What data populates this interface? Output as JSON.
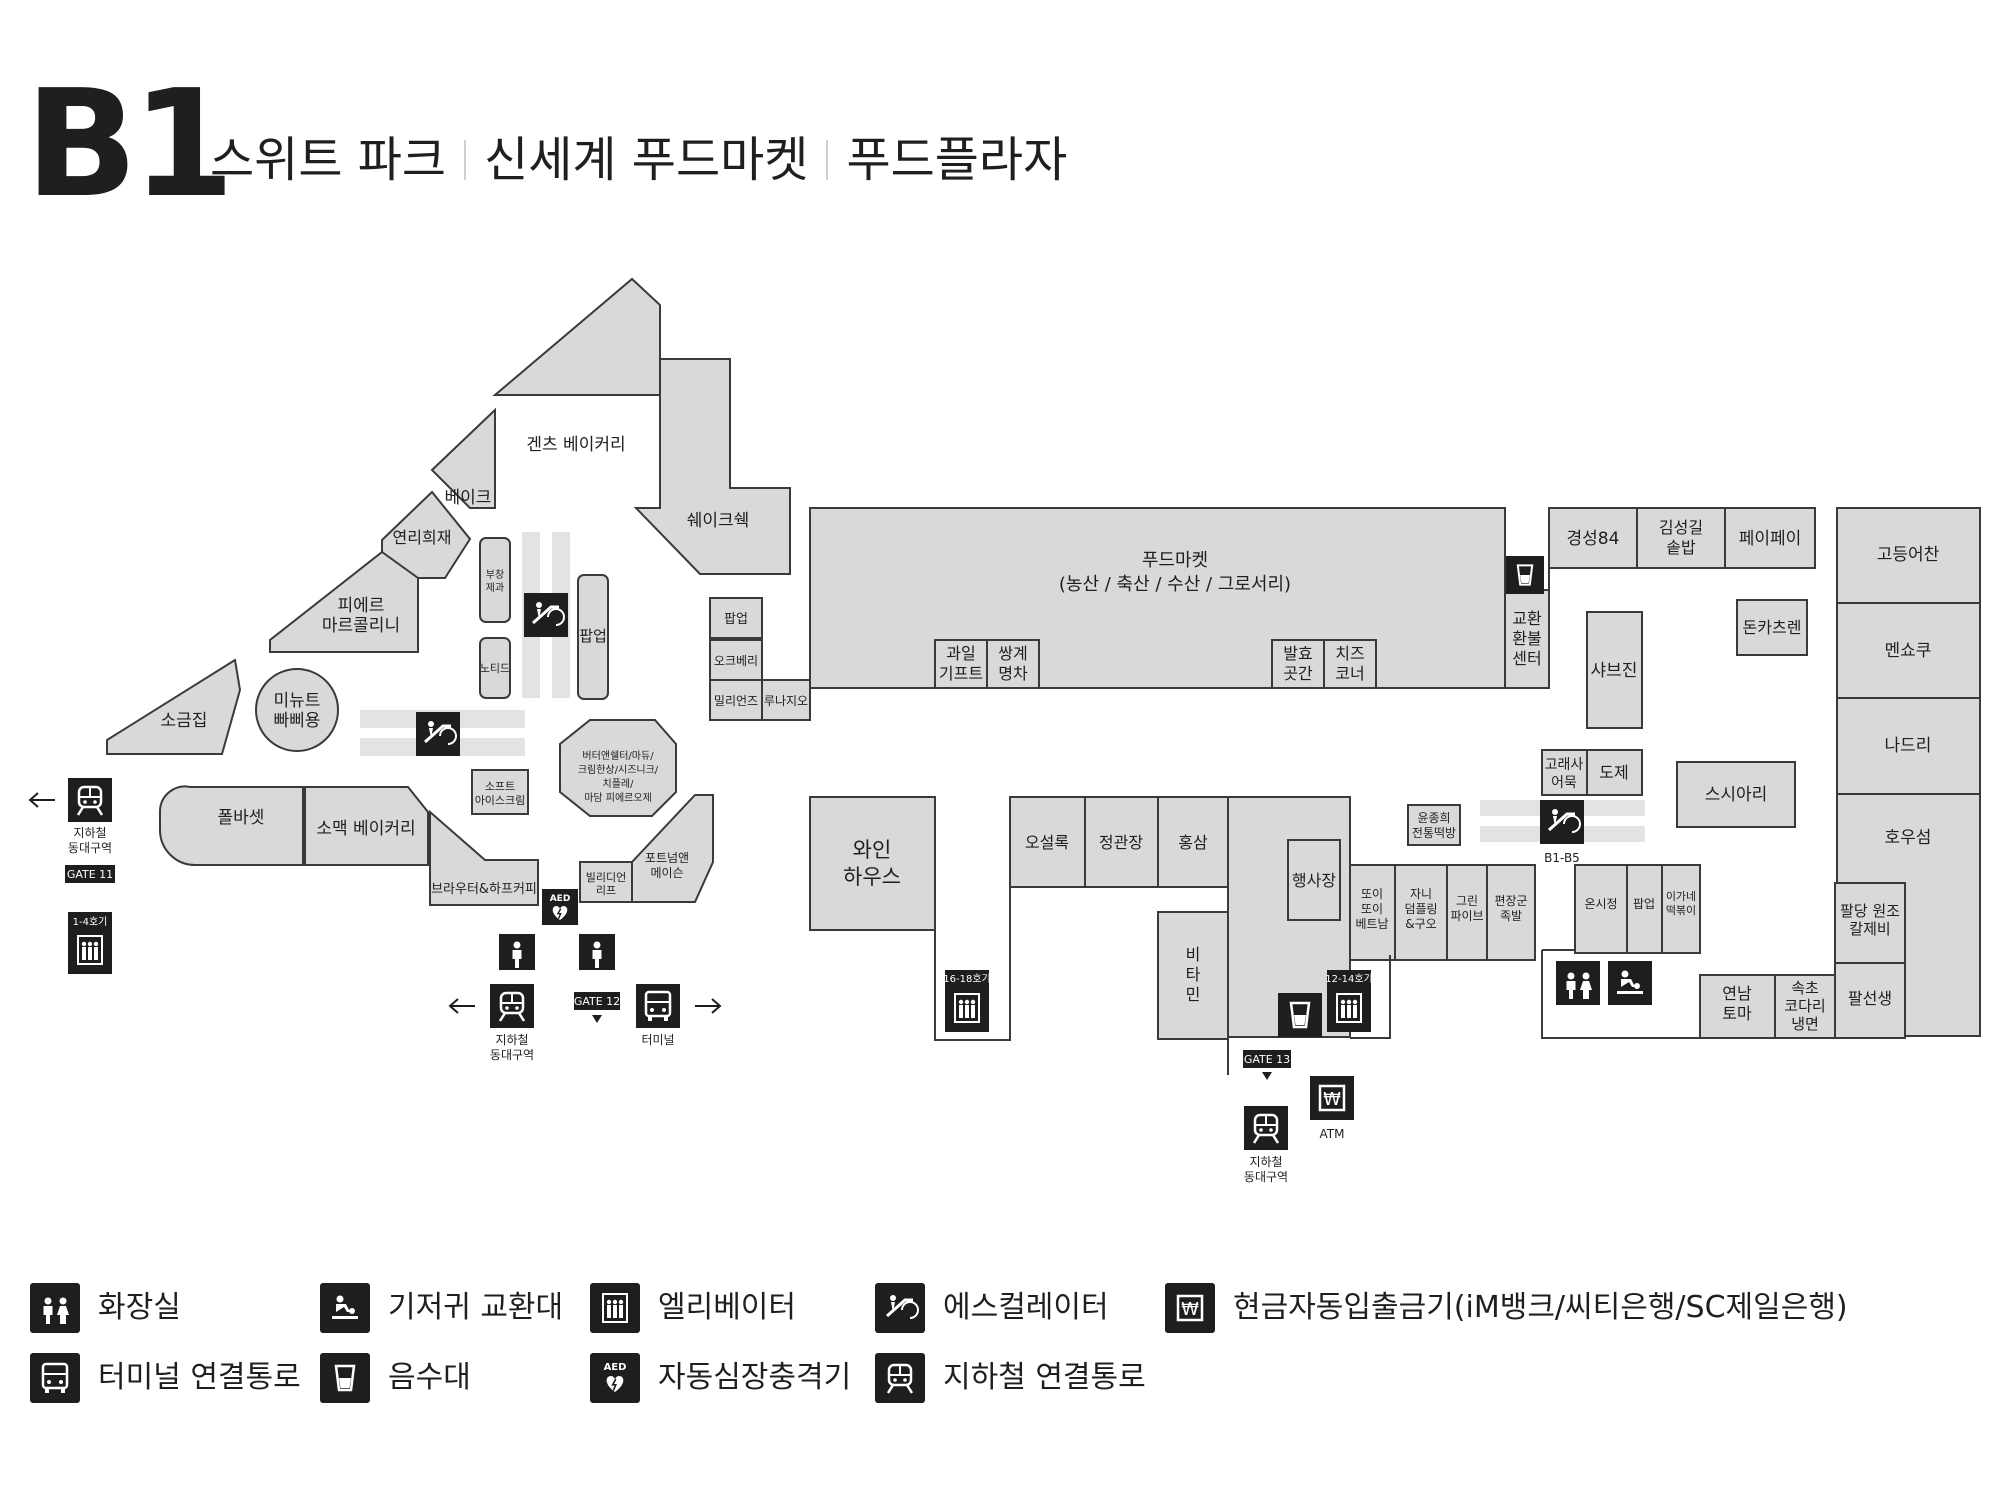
{
  "header": {
    "floor": "B1",
    "zones": [
      "스위트 파크",
      "신세계 푸드마켓",
      "푸드플라자"
    ]
  },
  "stores": {
    "gents_bakery": "겐츠 베이커리",
    "bake": "베이크",
    "yeonri": "연리희재",
    "pierre": [
      "피에르",
      "마르콜리니"
    ],
    "shake": "쉐이크쉑",
    "bujang": [
      "부창",
      "제과"
    ],
    "notid": "노티드",
    "popup1": "팝업",
    "sogeum": "소금집",
    "minute": [
      "미뉴트",
      "빠삐용"
    ],
    "popup2": "팝업",
    "okbe": "오크베리",
    "millions": "밀리언즈",
    "runa": "루나지오",
    "softcream": [
      "소프트",
      "아이스크림"
    ],
    "butter": [
      "버터앤쉘터/마듀/",
      "크림한상/시즈니크/",
      "치플레/",
      "마담 피에르오제"
    ],
    "polbasset": "폴바셋",
    "somac": "소맥 베이커리",
    "brauter": "브라우터&하프커피",
    "billy": [
      "빌리디언",
      "리프"
    ],
    "fortnum": [
      "포트넘앤",
      "메이슨"
    ],
    "foodmarket": [
      "푸드마켓",
      "(농산 / 축산 / 수산 / 그로서리)"
    ],
    "fruit": [
      "과일",
      "기프트"
    ],
    "ssanggye": [
      "쌍계",
      "명차"
    ],
    "balhyo": [
      "발효",
      "곳간"
    ],
    "cheese": [
      "치즈",
      "코너"
    ],
    "exchange": [
      "교환",
      "환불",
      "센터"
    ],
    "gyeongseong": "경성84",
    "kimsung": [
      "김성길",
      "솥밥"
    ],
    "peipei": "페이페이",
    "godeung": "고등어찬",
    "donkatsu": "돈카츠렌",
    "shabujin": "샤브진",
    "menshoku": "멘쇼쿠",
    "nadri": "나드리",
    "gorae": [
      "고래사",
      "어묵"
    ],
    "doje": "도제",
    "sushi": "스시아리",
    "howoo": "호우섬",
    "wine": [
      "와인",
      "하우스"
    ],
    "osulloc": "오설록",
    "jeonggwan": "정관장",
    "hongsam": "홍삼",
    "vitamin": [
      "비",
      "타",
      "민"
    ],
    "event": "행사장",
    "yunjong": [
      "윤종희",
      "전통떡방"
    ],
    "ttoi": [
      "또이",
      "또이",
      "베트남"
    ],
    "jani": [
      "자니",
      "덤플링",
      "&구오"
    ],
    "green": [
      "그린",
      "파이브"
    ],
    "pyeonjang": [
      "편장군",
      "족발"
    ],
    "onsijeong": "온시정",
    "popup3": "팝업",
    "igane": [
      "이가네",
      "떡볶이"
    ],
    "paldang": [
      "팔당 원조",
      "칼제비"
    ],
    "yeonnam": [
      "연남",
      "토마"
    ],
    "sokcho": [
      "속초",
      "코다리",
      "냉면"
    ],
    "palseon": "팔선생"
  },
  "labels": {
    "subway": [
      "지하철",
      "동대구역"
    ],
    "terminal": "터미널",
    "gate11": "GATE 11",
    "gate12": "GATE 12",
    "gate13": "GATE 13",
    "elev_1_4": "1-4호기",
    "elev_16_18": "16-18호기",
    "elev_12_14": "12-14호기",
    "esc_b1b5": "B1-B5",
    "atm": "ATM",
    "aed": "AED",
    "atm_glyph": "₩"
  },
  "legend": [
    {
      "icon": "restroom-icon",
      "label": "화장실"
    },
    {
      "icon": "diaper-changing-icon",
      "label": "기저귀 교환대"
    },
    {
      "icon": "elevator-icon",
      "label": "엘리베이터"
    },
    {
      "icon": "escalator-icon",
      "label": "에스컬레이터"
    },
    {
      "icon": "atm-icon",
      "label": "현금자동입출금기(iM뱅크/씨티은행/SC제일은행)"
    },
    {
      "icon": "bus-terminal-icon",
      "label": "터미널 연결통로"
    },
    {
      "icon": "water-fountain-icon",
      "label": "음수대"
    },
    {
      "icon": "aed-icon",
      "label": "자동심장충격기"
    },
    {
      "icon": "subway-icon",
      "label": "지하철 연결통로"
    }
  ],
  "colors": {
    "shop_fill": "#d9d9d9",
    "shop_stroke": "#3a3a3a",
    "icon_bg": "#1e1e1e"
  }
}
